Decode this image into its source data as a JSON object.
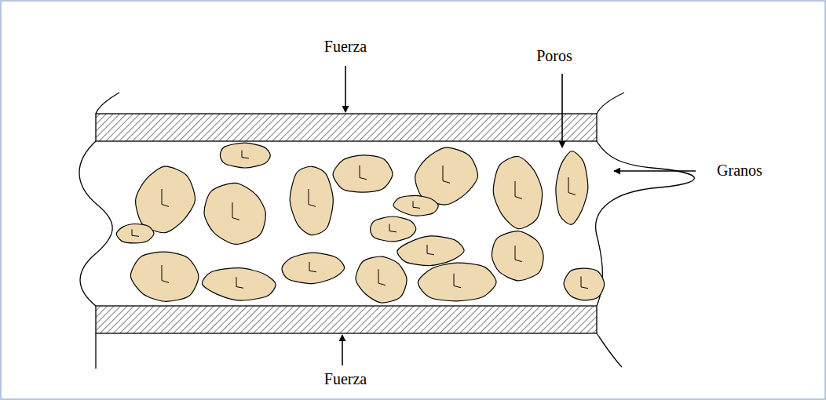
{
  "diagram": {
    "labels": [
      "Fuerza",
      "Poros",
      "Granos",
      "Fuerza"
    ]
  }
}
